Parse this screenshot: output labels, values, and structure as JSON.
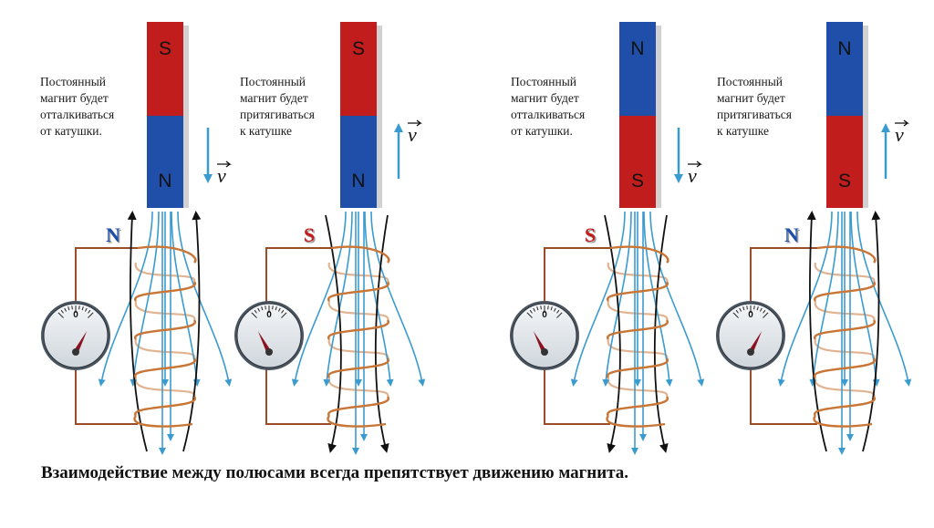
{
  "footer": "Взаимодействие между полюсами всегда препятствует движению магнита.",
  "velocity_symbol": "v",
  "gauge_zero": "0",
  "colors": {
    "north": "#1f4fa8",
    "south": "#c21d1d",
    "field": "#3a9bd0",
    "coil": "#c87536",
    "wire": "#9a4d26",
    "needle": "#8b1020",
    "pole_north_text": "#1f4fa8",
    "pole_south_text": "#c21d1d"
  },
  "panels": [
    {
      "caption": "Постоянный\nмагнит будет\nотталкиваться\nот катушки.",
      "magnet_top": "S",
      "magnet_bottom": "N",
      "motion": "down",
      "coil_pole": "N",
      "needle": "right"
    },
    {
      "caption": "Постоянный\nмагнит будет\nпритягиваться\nк катушке",
      "magnet_top": "S",
      "magnet_bottom": "N",
      "motion": "up",
      "coil_pole": "S",
      "needle": "left"
    },
    {
      "caption": "Постоянный\nмагнит будет\nотталкиваться\nот катушки.",
      "magnet_top": "N",
      "magnet_bottom": "S",
      "motion": "down",
      "coil_pole": "S",
      "needle": "left"
    },
    {
      "caption": "Постоянный\nмагнит будет\nпритягиваться\nк катушке",
      "magnet_top": "N",
      "magnet_bottom": "S",
      "motion": "up",
      "coil_pole": "N",
      "needle": "right"
    }
  ]
}
